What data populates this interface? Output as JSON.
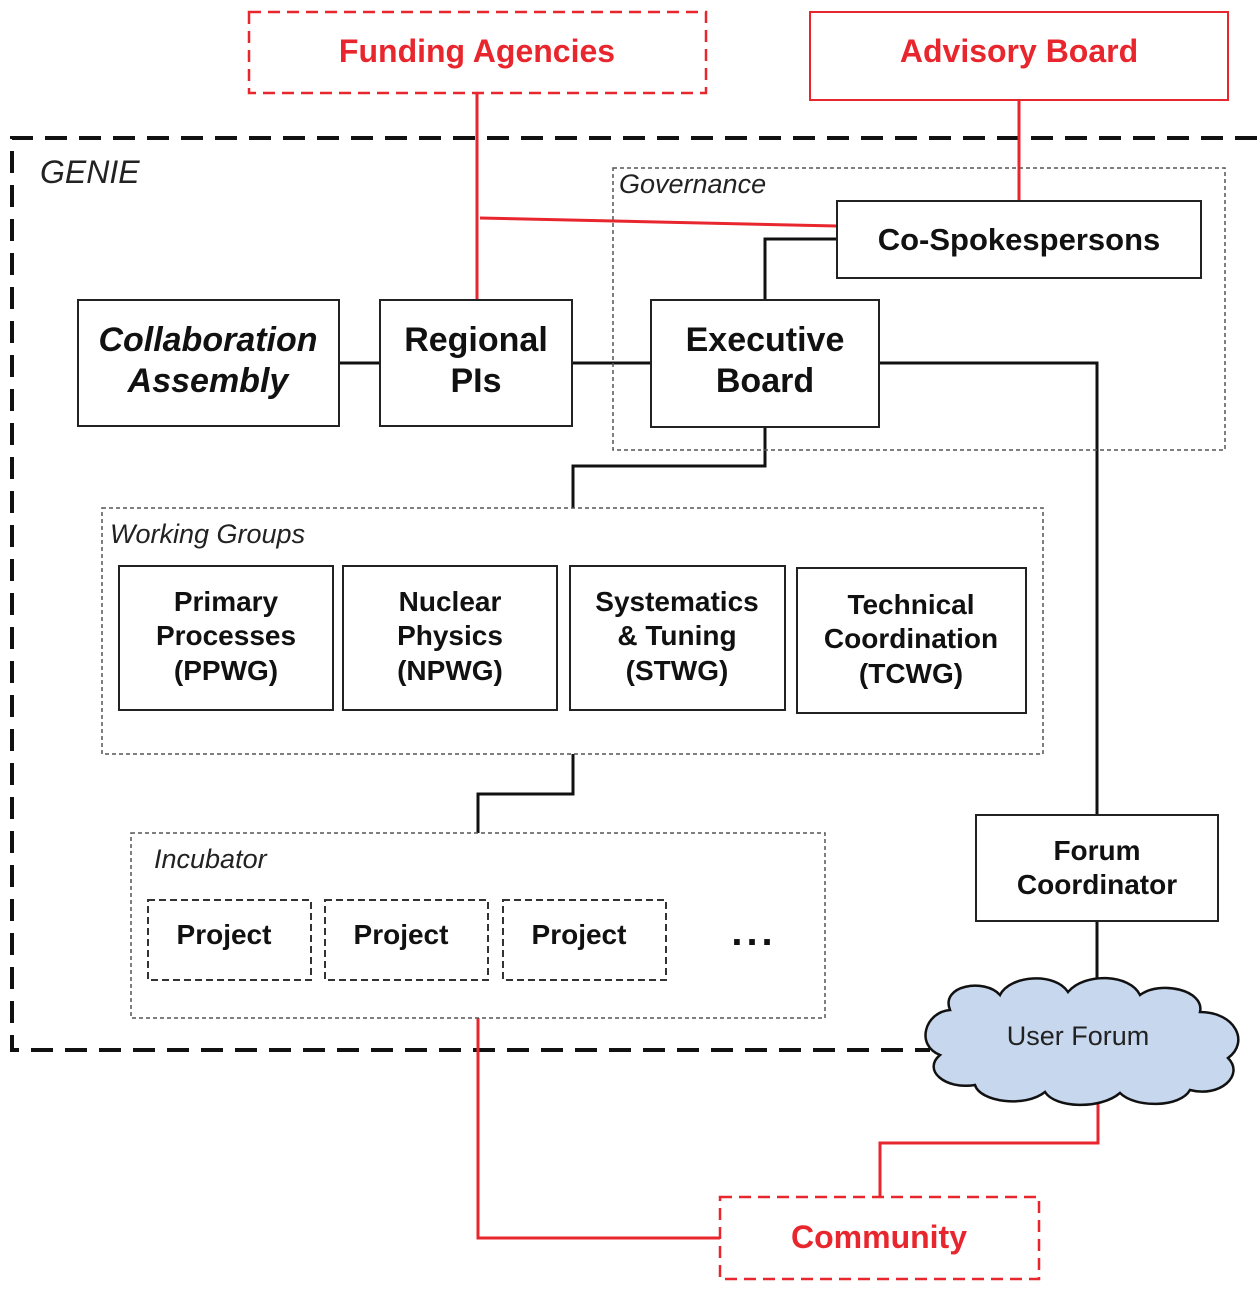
{
  "outer": {
    "label": "GENIE"
  },
  "funding_agencies": "Funding Agencies",
  "advisory_board": "Advisory Board",
  "governance": {
    "label": "Governance",
    "co_spokespersons": "Co-Spokespersons",
    "executive_board": [
      "Executive",
      "Board"
    ]
  },
  "collaboration_assembly": [
    "Collaboration",
    "Assembly"
  ],
  "regional_pis": [
    "Regional",
    "PIs"
  ],
  "working_groups": {
    "label": "Working Groups",
    "groups": [
      [
        "Primary",
        "Processes",
        "(PPWG)"
      ],
      [
        "Nuclear",
        "Physics",
        "(NPWG)"
      ],
      [
        "Systematics",
        "& Tuning",
        "(STWG)"
      ],
      [
        "Technical",
        "Coordination",
        "(TCWG)"
      ]
    ]
  },
  "incubator": {
    "label": "Incubator",
    "projects": [
      "Project",
      "Project",
      "Project"
    ],
    "more": "..."
  },
  "forum_coordinator": [
    "Forum",
    "Coordinator"
  ],
  "user_forum": "User Forum",
  "community": "Community",
  "colors": {
    "red": "#e8262d",
    "cloud_fill": "#c6d7ee"
  }
}
